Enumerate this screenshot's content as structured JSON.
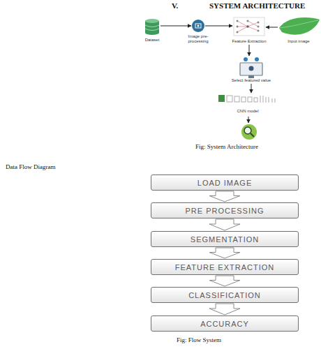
{
  "diagram": {
    "title": "SYSTEM ARCHITECTURE",
    "nodes": [
      {
        "text": [
          "Dataset"
        ]
      },
      {
        "text": [
          "Image pre-processing"
        ]
      },
      {
        "text": [
          "Feature Extraction"
        ]
      },
      {
        "text": [
          "Input image"
        ]
      },
      {
        "text": [
          "Select featured value"
        ]
      },
      {
        "text": [
          "CNN model"
        ]
      },
      {
        "text": [
          "LOAD IMAGE"
        ]
      },
      {
        "text": [
          "PRE PROCESSING"
        ]
      },
      {
        "text": [
          "SEGMENTATION"
        ]
      },
      {
        "text": [
          "FEATURE EXTRACTION"
        ]
      },
      {
        "text": [
          "CLASSIFICATION"
        ]
      },
      {
        "text": [
          "ACCURACY"
        ]
      }
    ],
    "edges": [
      {
        "from": 0,
        "to": 1,
        "arrow": "to"
      },
      {
        "from": 1,
        "to": 2,
        "arrow": "to"
      },
      {
        "from": 3,
        "to": 2,
        "arrow": "to"
      },
      {
        "from": 2,
        "to": 4,
        "arrow": "to"
      },
      {
        "from": 4,
        "to": 5,
        "arrow": "to"
      },
      {
        "from": 6,
        "to": 7,
        "arrow": "to"
      },
      {
        "from": 7,
        "to": 8,
        "arrow": "to"
      },
      {
        "from": 8,
        "to": 9,
        "arrow": "to"
      },
      {
        "from": 9,
        "to": 10,
        "arrow": "to"
      },
      {
        "from": 10,
        "to": 11,
        "arrow": "to"
      }
    ],
    "labels": [
      "V.",
      "Fig: System Architecture",
      "Data Flow Diagram",
      "Fig: Flow System"
    ]
  }
}
